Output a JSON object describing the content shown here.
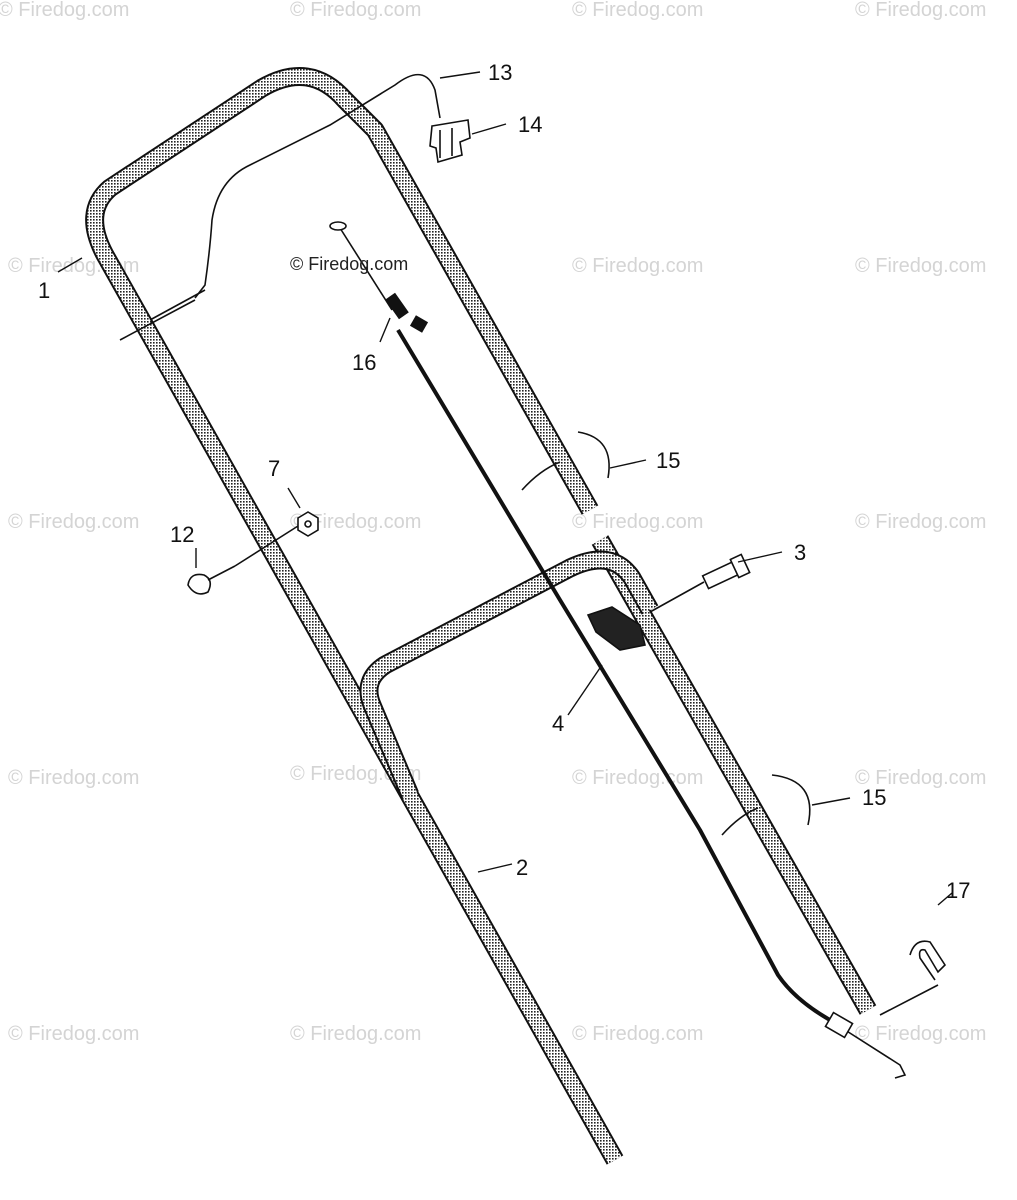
{
  "watermark_text": "© Firedog.com",
  "callouts": [
    {
      "id": "1",
      "label": "1"
    },
    {
      "id": "2",
      "label": "2"
    },
    {
      "id": "3",
      "label": "3"
    },
    {
      "id": "4",
      "label": "4"
    },
    {
      "id": "7",
      "label": "7"
    },
    {
      "id": "12",
      "label": "12"
    },
    {
      "id": "13",
      "label": "13"
    },
    {
      "id": "14",
      "label": "14"
    },
    {
      "id": "15a",
      "label": "15"
    },
    {
      "id": "15b",
      "label": "15"
    },
    {
      "id": "16",
      "label": "16"
    },
    {
      "id": "17",
      "label": "17"
    }
  ],
  "colors": {
    "line": "#111111",
    "background": "#ffffff",
    "watermark": "#d4d4d4"
  }
}
